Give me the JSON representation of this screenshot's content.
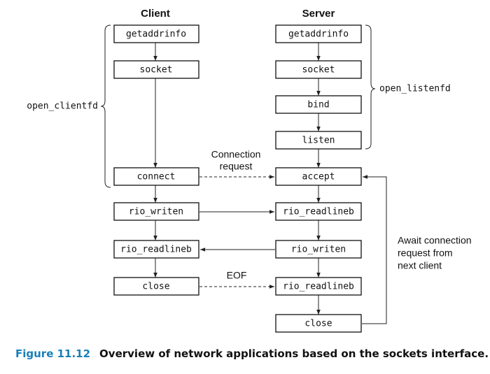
{
  "headers": {
    "client": "Client",
    "server": "Server"
  },
  "client": {
    "getaddrinfo": "getaddrinfo",
    "socket": "socket",
    "connect": "connect",
    "rio_writen": "rio_writen",
    "rio_readlineb": "rio_readlineb",
    "close": "close"
  },
  "server": {
    "getaddrinfo": "getaddrinfo",
    "socket": "socket",
    "bind": "bind",
    "listen": "listen",
    "accept": "accept",
    "rio_readlineb_1": "rio_readlineb",
    "rio_writen": "rio_writen",
    "rio_readlineb_2": "rio_readlineb",
    "close": "close"
  },
  "groups": {
    "open_clientfd": "open_clientfd",
    "open_listenfd": "open_listenfd"
  },
  "edge_labels": {
    "connection_request_line1": "Connection",
    "connection_request_line2": "request",
    "eof": "EOF",
    "await_line1": "Await connection",
    "await_line2": "request from",
    "await_line3": "next client"
  },
  "caption": {
    "number": "Figure 11.12",
    "text": "Overview of network applications based on the sockets interface."
  }
}
